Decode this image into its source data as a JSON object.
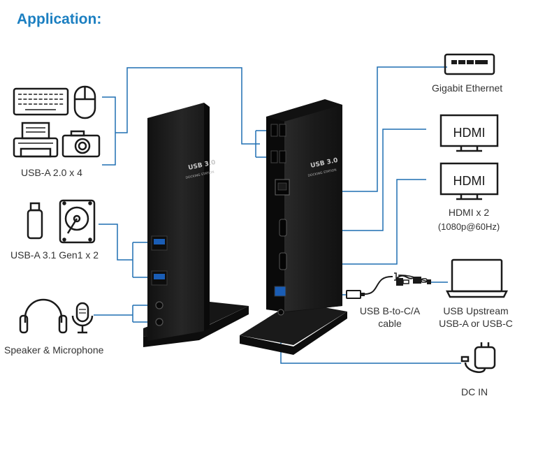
{
  "title": "Application:",
  "colors": {
    "title": "#1b7fc1",
    "connector": "#1f6fb2",
    "device": "#1a1a1a"
  },
  "labels": {
    "usb_a20": "USB-A 2.0 x 4",
    "usb_a31": "USB-A 3.1 Gen1 x 2",
    "audio": "Speaker & Microphone",
    "ethernet": "Gigabit Ethernet",
    "hdmi_count": "HDMI x 2",
    "hdmi_res": "(1080p@60Hz)",
    "cable_line1": "USB B-to-C/A",
    "cable_line2": "cable",
    "upstream_line1": "USB Upstream",
    "upstream_line2": "USB-A or USB-C",
    "dc_in": "DC IN"
  },
  "screen_text": {
    "hdmi1": "HDMI",
    "hdmi2": "HDMI"
  },
  "device_text": {
    "front_line1": "USB 3.0",
    "front_line2": "DOCKING STATION",
    "back_line1": "USB 3.0",
    "back_line2": "DOCKING STATION"
  },
  "icons": [
    "keyboard-icon",
    "mouse-icon",
    "printer-icon",
    "camera-icon",
    "usb-flash-drive-icon",
    "hard-drive-icon",
    "headphones-icon",
    "microphone-icon",
    "ethernet-port-icon",
    "hdmi-monitor-icon",
    "laptop-icon",
    "usb-cable-icon",
    "power-adapter-icon"
  ]
}
